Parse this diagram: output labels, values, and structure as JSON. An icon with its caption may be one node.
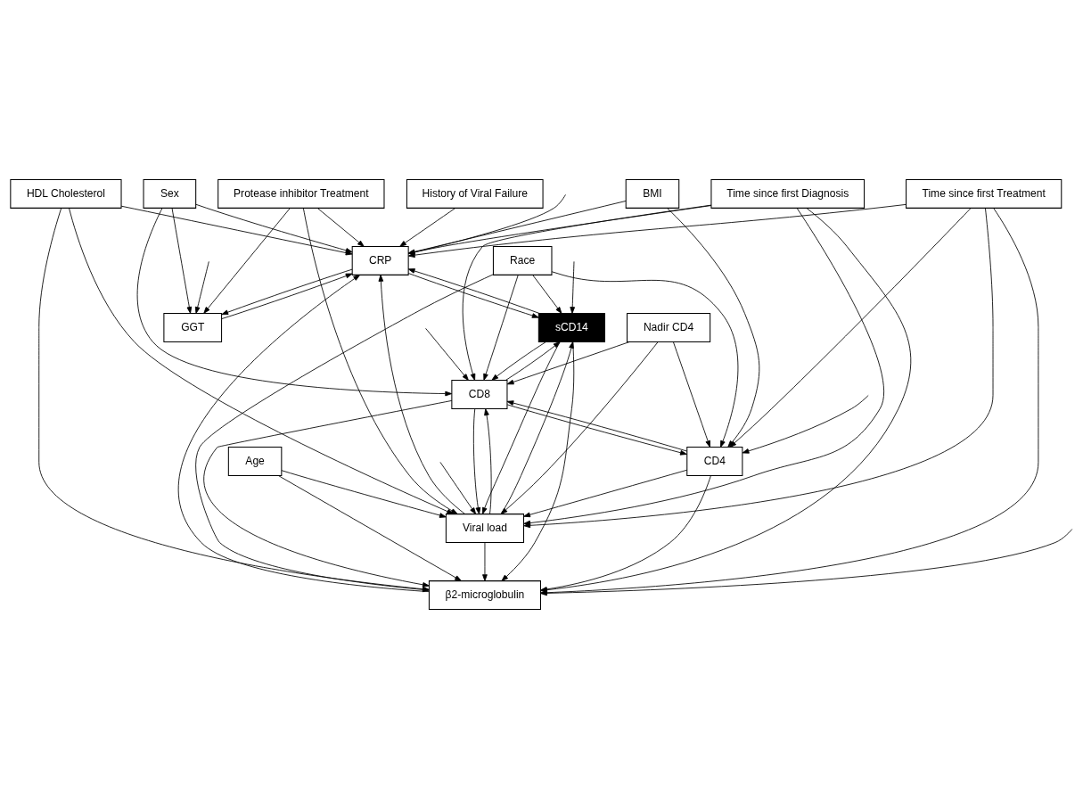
{
  "diagram": {
    "nodes": [
      {
        "text": [
          "BMI"
        ]
      },
      {
        "text": [
          "CRP"
        ]
      },
      {
        "text": [
          "GGT"
        ]
      },
      {
        "text": [
          "Race"
        ]
      },
      {
        "text": [
          "sCD14"
        ]
      },
      {
        "text": [
          "Sex"
        ]
      },
      {
        "text": [
          "Protease inhibitor Treatment"
        ]
      },
      {
        "text": [
          "CD4"
        ]
      },
      {
        "text": [
          "Viral load"
        ]
      },
      {
        "text": [
          "Age"
        ]
      },
      {
        "text": [
          "β2-microglobulin"
        ]
      },
      {
        "text": [
          "CD8"
        ]
      },
      {
        "text": [
          "HDL Cholesterol"
        ]
      },
      {
        "text": [
          "Nadir CD4"
        ]
      },
      {
        "text": [
          "Time since first Treatment"
        ]
      },
      {
        "text": [
          "History of Viral Failure"
        ]
      },
      {
        "text": [
          "Time since first Diagnosis"
        ]
      }
    ],
    "edges": [
      {
        "from": 0,
        "to": 1,
        "arrow": "to"
      },
      {
        "from": 2,
        "to": 1,
        "arrow": "to"
      },
      {
        "from": 1,
        "to": 2,
        "arrow": "to"
      },
      {
        "from": 0,
        "to": 7,
        "arrow": "to"
      },
      {
        "from": null,
        "to": 2,
        "arrow": "to"
      },
      {
        "from": 5,
        "to": 2,
        "arrow": "to"
      },
      {
        "from": 6,
        "to": 2,
        "arrow": "to"
      },
      {
        "from": 4,
        "to": 1,
        "arrow": "to"
      },
      {
        "from": 1,
        "to": 4,
        "arrow": "to"
      },
      {
        "from": 5,
        "to": 1,
        "arrow": "to"
      },
      {
        "from": 6,
        "to": 1,
        "arrow": "to"
      },
      {
        "from": null,
        "to": 1,
        "arrow": "to"
      },
      {
        "from": 12,
        "to": 1,
        "arrow": "to"
      },
      {
        "from": 3,
        "to": 4,
        "arrow": "to"
      },
      {
        "from": 3,
        "to": 7,
        "arrow": "to"
      },
      {
        "from": 3,
        "to": 11,
        "arrow": "to"
      },
      {
        "from": 3,
        "to": 10,
        "arrow": "to"
      },
      {
        "from": 4,
        "to": 11,
        "arrow": "to"
      },
      {
        "from": 11,
        "to": 4,
        "arrow": "to"
      },
      {
        "from": null,
        "to": 4,
        "arrow": "to"
      },
      {
        "from": 4,
        "to": 10,
        "arrow": "to"
      },
      {
        "from": 4,
        "to": 8,
        "arrow": "to"
      },
      {
        "from": 8,
        "to": 4,
        "arrow": "to"
      },
      {
        "from": 5,
        "to": 11,
        "arrow": "to"
      },
      {
        "from": 6,
        "to": 8,
        "arrow": "to"
      },
      {
        "from": 9,
        "to": 8,
        "arrow": "to"
      },
      {
        "from": 9,
        "to": 10,
        "arrow": "to"
      },
      {
        "from": 7,
        "to": 8,
        "arrow": "to"
      },
      {
        "from": 7,
        "to": 10,
        "arrow": "to"
      },
      {
        "from": 7,
        "to": 11,
        "arrow": "to"
      },
      {
        "from": 11,
        "to": 7,
        "arrow": "to"
      },
      {
        "from": null,
        "to": 7,
        "arrow": "to"
      },
      {
        "from": 8,
        "to": 11,
        "arrow": "to"
      },
      {
        "from": 11,
        "to": 8,
        "arrow": "to"
      },
      {
        "from": 8,
        "to": 10,
        "arrow": "to"
      },
      {
        "from": 8,
        "to": 1,
        "arrow": "to"
      },
      {
        "from": null,
        "to": 8,
        "arrow": "to"
      },
      {
        "from": 11,
        "to": 10,
        "arrow": "to"
      },
      {
        "from": null,
        "to": 10,
        "arrow": "to"
      },
      {
        "from": 10,
        "to": 1,
        "arrow": "to"
      },
      {
        "from": 12,
        "to": 10,
        "arrow": "to"
      },
      {
        "from": 12,
        "to": 8,
        "arrow": "to"
      },
      {
        "from": 13,
        "to": 7,
        "arrow": "to"
      },
      {
        "from": 13,
        "to": 11,
        "arrow": "to"
      },
      {
        "from": 13,
        "to": 8,
        "arrow": "to"
      },
      {
        "from": null,
        "to": 11,
        "arrow": "to"
      },
      {
        "from": 14,
        "to": 7,
        "arrow": "to"
      },
      {
        "from": 14,
        "to": 10,
        "arrow": "to"
      },
      {
        "from": 14,
        "to": 8,
        "arrow": "to"
      },
      {
        "from": 14,
        "to": 1,
        "arrow": "to"
      },
      {
        "from": 15,
        "to": 1,
        "arrow": "to"
      },
      {
        "from": 16,
        "to": 11,
        "arrow": "to"
      },
      {
        "from": 16,
        "to": 10,
        "arrow": "to"
      },
      {
        "from": 16,
        "to": 8,
        "arrow": "to"
      },
      {
        "from": 16,
        "to": 1,
        "arrow": "to"
      }
    ]
  }
}
